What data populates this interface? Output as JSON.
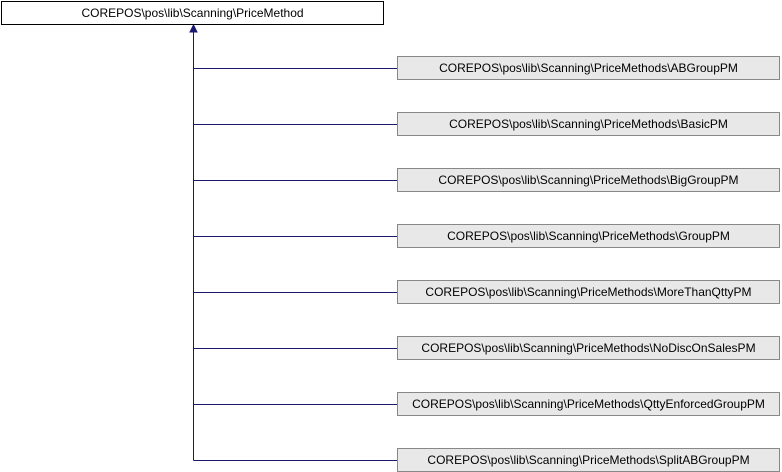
{
  "diagram": {
    "base_class": "COREPOS\\pos\\lib\\Scanning\\PriceMethod",
    "derived_classes": [
      "COREPOS\\pos\\lib\\Scanning\\PriceMethods\\ABGroupPM",
      "COREPOS\\pos\\lib\\Scanning\\PriceMethods\\BasicPM",
      "COREPOS\\pos\\lib\\Scanning\\PriceMethods\\BigGroupPM",
      "COREPOS\\pos\\lib\\Scanning\\PriceMethods\\GroupPM",
      "COREPOS\\pos\\lib\\Scanning\\PriceMethods\\MoreThanQttyPM",
      "COREPOS\\pos\\lib\\Scanning\\PriceMethods\\NoDiscOnSalesPM",
      "COREPOS\\pos\\lib\\Scanning\\PriceMethods\\QttyEnforcedGroupPM",
      "COREPOS\\pos\\lib\\Scanning\\PriceMethods\\SplitABGroupPM"
    ],
    "colors": {
      "edge": "#191970",
      "base_fill": "#ffffff",
      "child_fill": "#e8e8e8",
      "border": "#000000"
    }
  }
}
